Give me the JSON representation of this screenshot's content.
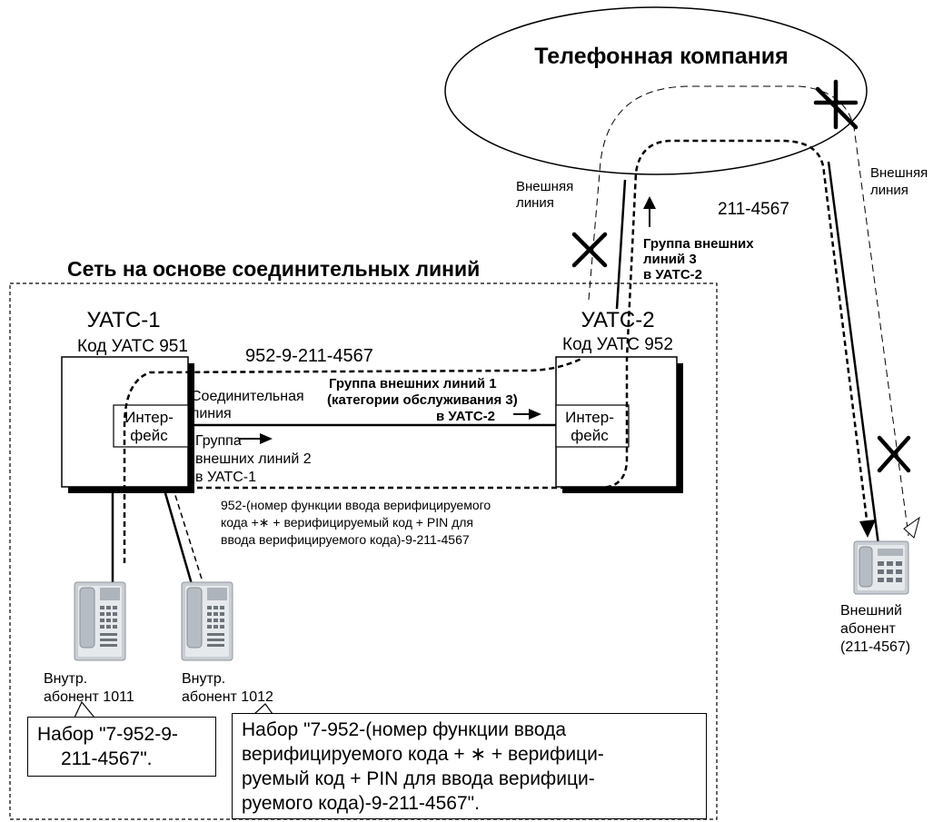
{
  "telco": {
    "label": "Телефонная компания"
  },
  "network_title": "Сеть на основе соединительных линий",
  "pbx1": {
    "name": "УАТС-1",
    "code": "Код УАТС 951",
    "interface_l1": "Интер-",
    "interface_l2": "фейс"
  },
  "pbx2": {
    "name": "УАТС-2",
    "code": "Код УАТС 952",
    "interface_l1": "Интер-",
    "interface_l2": "фейс"
  },
  "route_number_top": "952-9-211-4567",
  "tie_line": {
    "l1": "Соединительная",
    "l2": "линия"
  },
  "group2": {
    "l1": "Группа",
    "l2": "внешних линий 2",
    "l3": "в УАТС-1"
  },
  "group1": {
    "l1": "Группа внешних линий 1",
    "l2": "(категории обслуживания 3)",
    "l3": "в УАТС-2"
  },
  "group3": {
    "l1": "Группа внешних",
    "l2": "линий 3",
    "l3": "в УАТС-2"
  },
  "ext_line_left": {
    "l1": "Внешняя",
    "l2": "линия"
  },
  "ext_line_right": {
    "l1": "Внешняя",
    "l2": "линия"
  },
  "number_211": "211-4567",
  "verify_note": {
    "l1": "952-(номер функции ввода верифицируемого",
    "l2": "кода +∗ + верифицируемый код + PIN для",
    "l3": "ввода верифицируемого кода)-9-211-4567"
  },
  "ext1011": {
    "l1": "Внутр.",
    "l2": "абонент 1011"
  },
  "ext1012": {
    "l1": "Внутр.",
    "l2": "абонент 1012"
  },
  "outside": {
    "l1": "Внешний",
    "l2": "абонент",
    "l3": "(211-4567)"
  },
  "dial1": {
    "l1": "Набор \"7-952-9-",
    "l2": "211-4567\"."
  },
  "dial2": {
    "l1": "Набор \"7-952-(номер функции ввода",
    "l2": "верифицируемого кода + ∗ + верифици-",
    "l3": "руемый код + PIN для ввода верифици-",
    "l4": "руемого кода)-9-211-4567\"."
  },
  "icons": [
    "phone-icon",
    "x-mark-icon",
    "arrow-icon"
  ]
}
